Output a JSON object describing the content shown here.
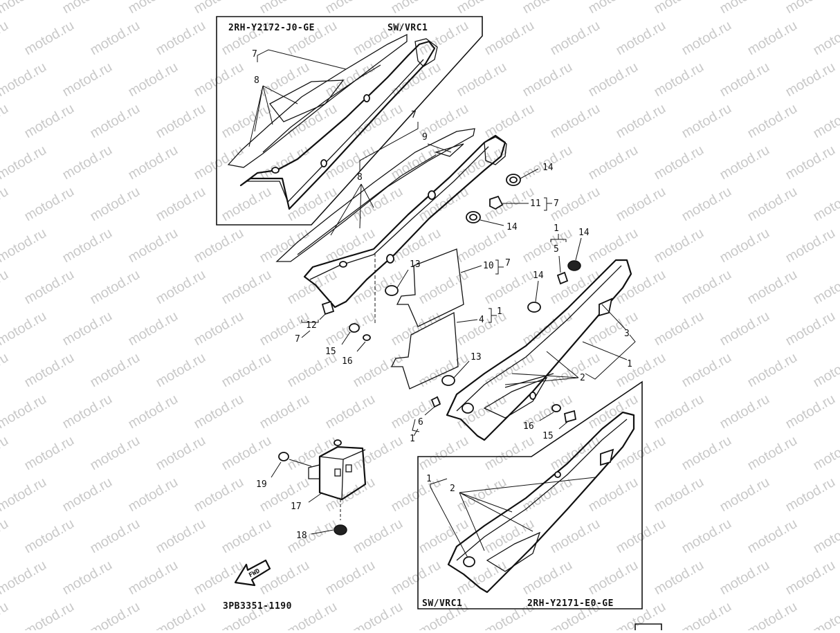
{
  "diagram": {
    "drawing_number": "3PB3351-1190",
    "watermark_text": "motod.ru",
    "boxes": [
      {
        "id": "upper",
        "part_code": "2RH-Y2172-J0-GE",
        "variant": "SW/VRC1"
      },
      {
        "id": "lower",
        "variant": "SW/VRC1",
        "part_code": "2RH-Y2171-E0-GE"
      }
    ],
    "direction_label": "FWD",
    "callouts": [
      "1",
      "2",
      "3",
      "4",
      "5",
      "6",
      "7",
      "8",
      "9",
      "10",
      "11",
      "12",
      "13",
      "14",
      "15",
      "16",
      "17",
      "18",
      "19"
    ]
  }
}
